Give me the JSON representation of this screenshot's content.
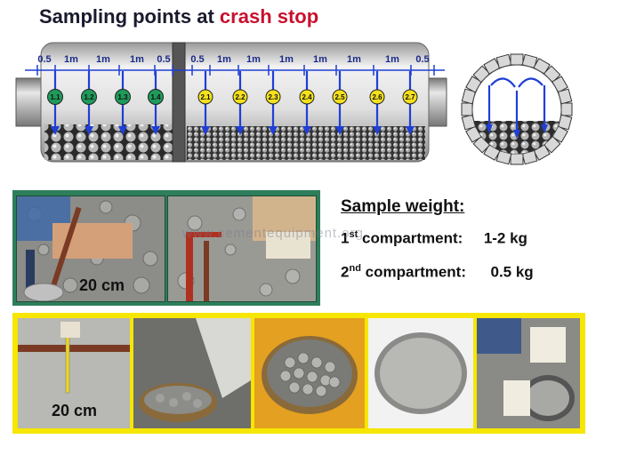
{
  "title": {
    "prefix": "Sampling points at",
    "highlight": "crash stop"
  },
  "mill": {
    "distances": [
      "0.5",
      "1m",
      "1m",
      "1m",
      "0.5",
      "0.5",
      "1m",
      "1m",
      "1m",
      "1m",
      "1m",
      "1m",
      "0.5"
    ],
    "compartment1_points": [
      "1.1",
      "1.2",
      "1.3",
      "1.4"
    ],
    "compartment2_points": [
      "2.1",
      "2.2",
      "2.3",
      "2.4",
      "2.5",
      "2.6",
      "2.7"
    ]
  },
  "photos_top": {
    "caption": "20 cm"
  },
  "sample_weight": {
    "title": "Sample weight:",
    "rows": [
      {
        "num": "1",
        "sup": "st",
        "label": "compartment:",
        "value": "1-2 kg"
      },
      {
        "num": "2",
        "sup": "nd",
        "label": "compartment:",
        "value": "0.5 kg"
      }
    ]
  },
  "photos_bottom": {
    "caption": "20 cm"
  },
  "watermark": "www.cementequipment.org",
  "colors": {
    "accent_red": "#c8102e",
    "arrow_blue": "#1f3fd6",
    "compartment1": "#1e9a5a",
    "compartment2": "#f4e11c",
    "green_frame": "#2e7d5b",
    "yellow_frame": "#f6e600"
  }
}
